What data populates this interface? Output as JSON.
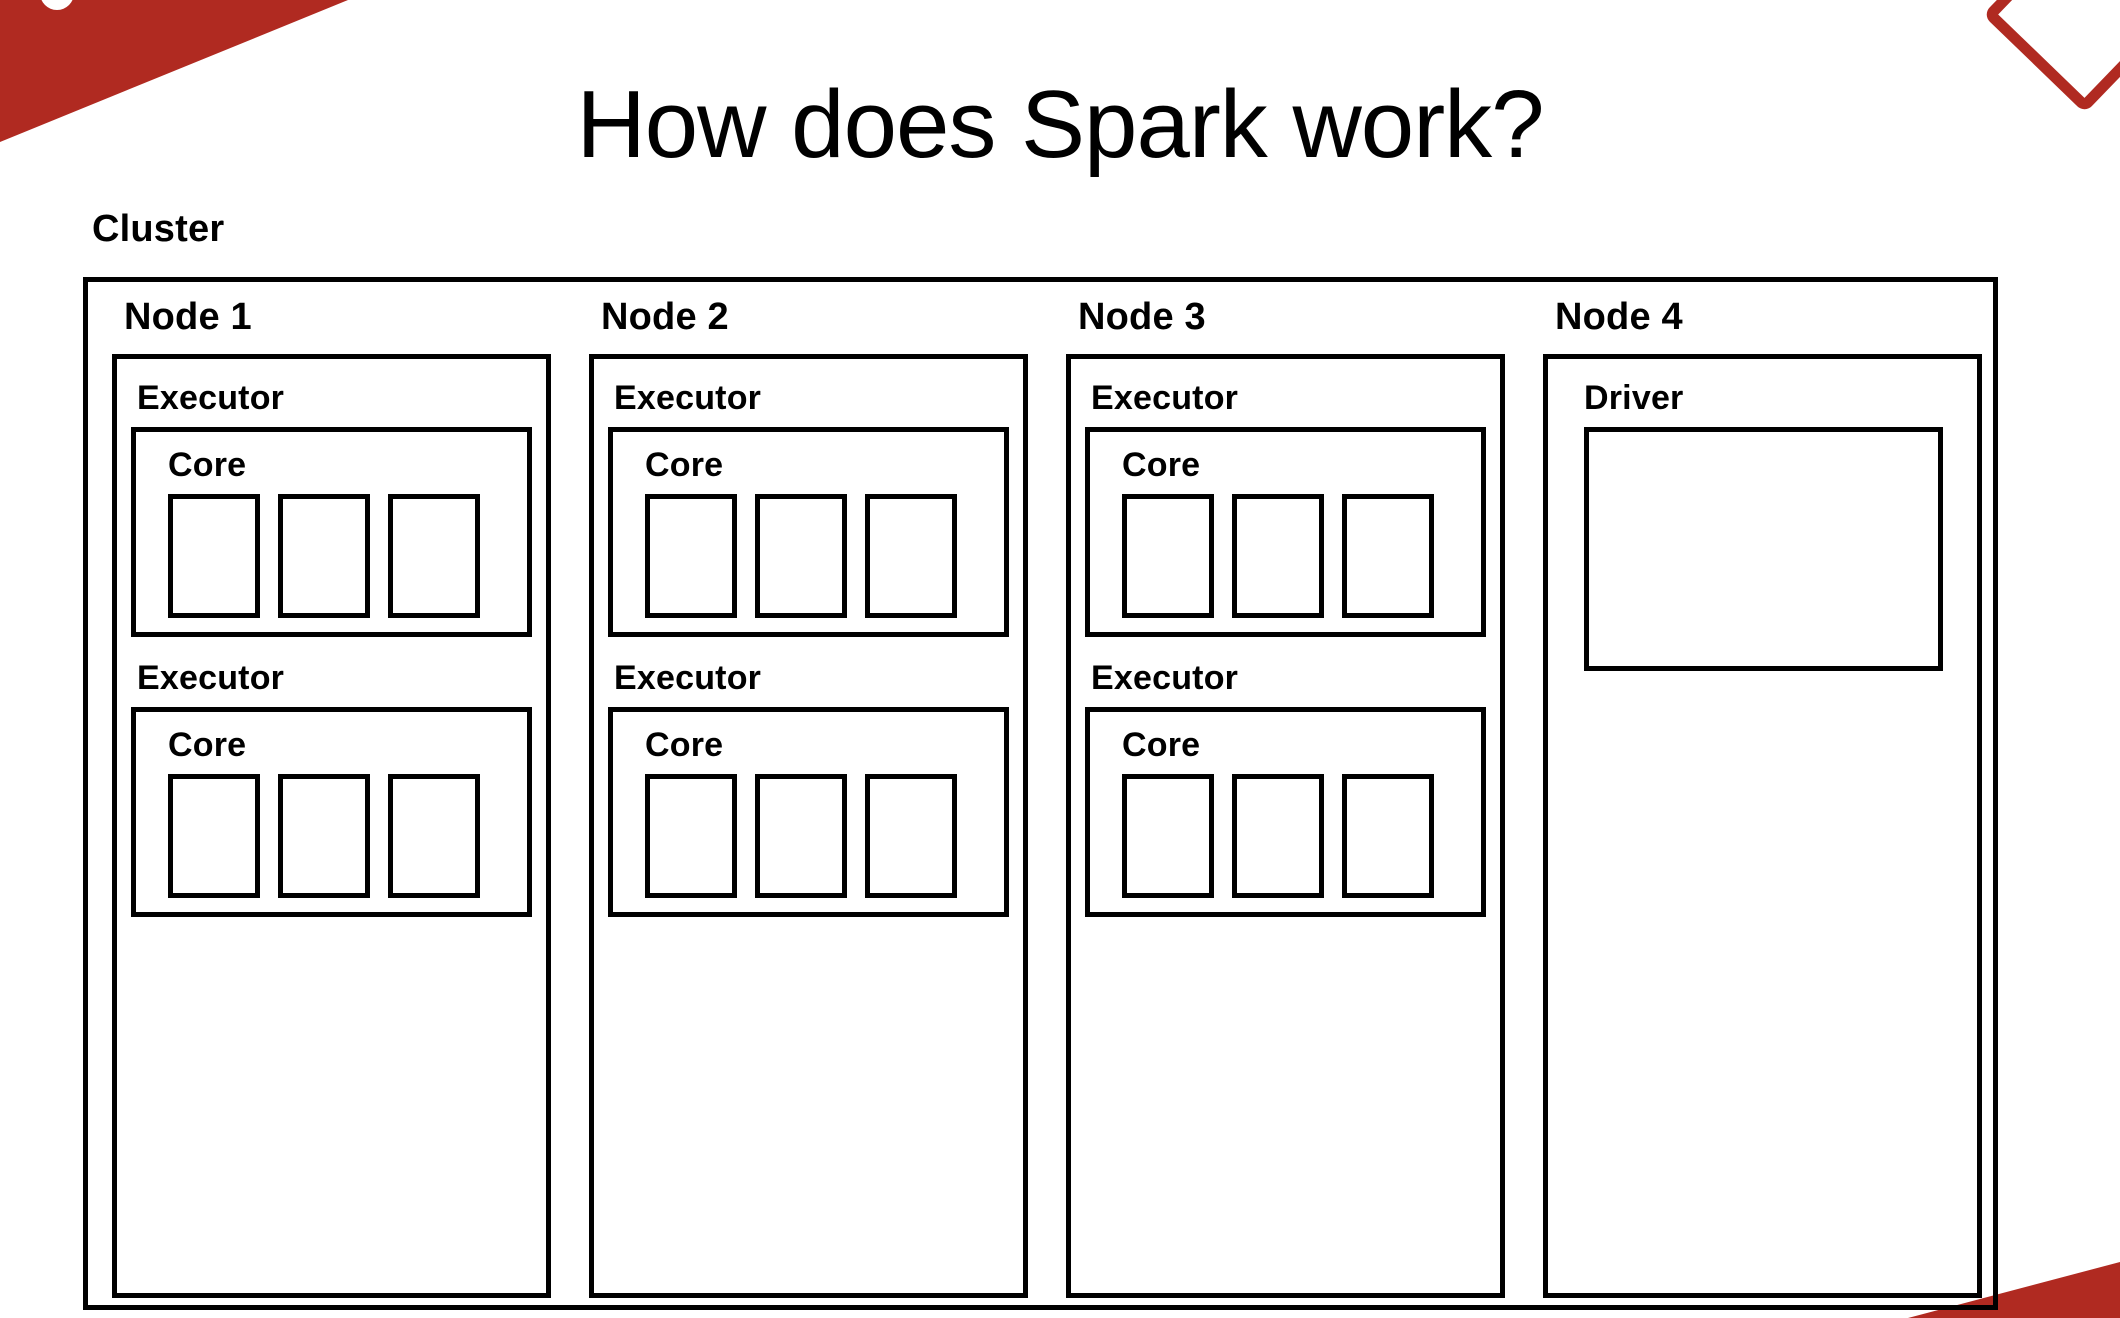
{
  "slide": {
    "title": "How does Spark work?",
    "accent_color": "#b02a21",
    "line_color": "#000000",
    "background_color": "#ffffff"
  },
  "decorations": [
    {
      "name": "top-left-red-triangle",
      "color": "#b02a21"
    },
    {
      "name": "top-right-red-outline",
      "color": "#b02a21"
    },
    {
      "name": "bottom-right-red-triangle",
      "color": "#b02a21"
    }
  ],
  "diagram": {
    "cluster_label": "Cluster",
    "nodes": [
      {
        "label": "Node 1",
        "kind": "worker",
        "executors": [
          {
            "label": "Executor",
            "core": {
              "label": "Core",
              "tasks": [
                "",
                "",
                ""
              ]
            }
          },
          {
            "label": "Executor",
            "core": {
              "label": "Core",
              "tasks": [
                "",
                "",
                ""
              ]
            }
          }
        ]
      },
      {
        "label": "Node 2",
        "kind": "worker",
        "executors": [
          {
            "label": "Executor",
            "core": {
              "label": "Core",
              "tasks": [
                "",
                "",
                ""
              ]
            }
          },
          {
            "label": "Executor",
            "core": {
              "label": "Core",
              "tasks": [
                "",
                "",
                ""
              ]
            }
          }
        ]
      },
      {
        "label": "Node 3",
        "kind": "worker",
        "executors": [
          {
            "label": "Executor",
            "core": {
              "label": "Core",
              "tasks": [
                "",
                "",
                ""
              ]
            }
          },
          {
            "label": "Executor",
            "core": {
              "label": "Core",
              "tasks": [
                "",
                "",
                ""
              ]
            }
          }
        ]
      },
      {
        "label": "Node 4",
        "kind": "driver",
        "driver": {
          "label": "Driver",
          "body": ""
        }
      }
    ]
  }
}
